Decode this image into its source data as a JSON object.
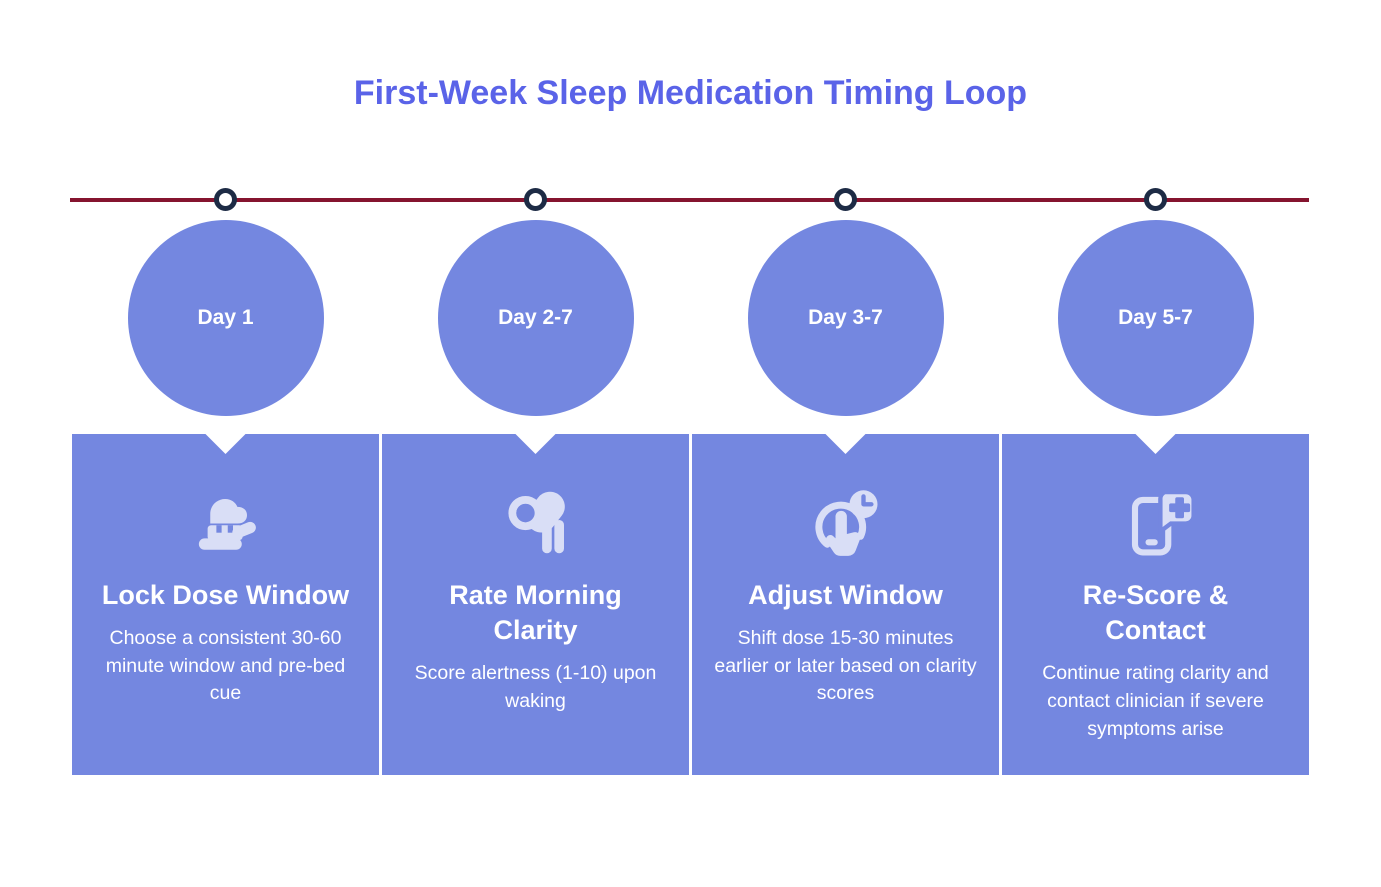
{
  "title": "First-Week Sleep Medication Timing Loop",
  "colors": {
    "accent_title": "#5A63E8",
    "stage_fill": "#7487E0",
    "icon_tint": "#D9DEF6",
    "timeline_line": "#85142F",
    "node_ring": "#1D2B45",
    "text_on_stage": "#FFFFFF",
    "background": "#FFFFFF"
  },
  "timeline": {
    "node_count": 4
  },
  "stages": [
    {
      "day_label": "Day 1",
      "icon": "toothbrush-icon",
      "card_title": "Lock Dose Window",
      "card_description": "Choose a consistent 30-60 minute window and pre-bed cue"
    },
    {
      "day_label": "Day 2-7",
      "icon": "morning-stretch-icon",
      "card_title": "Rate Morning Clarity",
      "card_description": "Score alertness (1-10) upon waking"
    },
    {
      "day_label": "Day 3-7",
      "icon": "tap-adjust-time-icon",
      "card_title": "Adjust Window",
      "card_description": "Shift dose 15-30 minutes earlier or later based on clarity scores"
    },
    {
      "day_label": "Day 5-7",
      "icon": "phone-medical-contact-icon",
      "card_title": "Re-Score & Contact",
      "card_description": "Continue rating clarity and contact clinician if severe symptoms arise"
    }
  ]
}
